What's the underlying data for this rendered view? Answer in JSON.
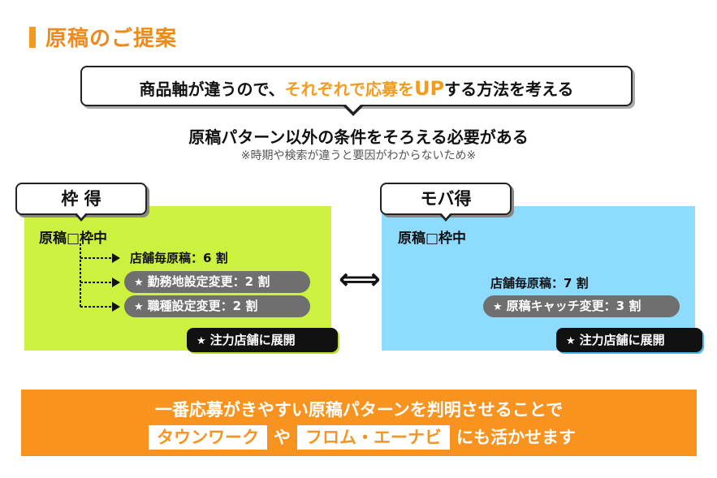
{
  "title": "原稿のご提案",
  "callout": {
    "text_pre": "商品軸が違うので、",
    "text_hl": "それぞれで応募を",
    "text_big": "UP",
    "text_post": "する方法を考える"
  },
  "subhead": "原稿パターン以外の条件をそろえる必要がある",
  "subnote": "※時期や検索が違うと要因がわからないため※",
  "left_panel": {
    "tag": "枠 得",
    "frame_label": "原稿□枠中",
    "items": [
      {
        "text": "店舗毎原稿：6 割",
        "style": "plain"
      },
      {
        "text": "勤務地設定変更：2 割",
        "style": "pill"
      },
      {
        "text": "職種設定変更：2 割",
        "style": "pill"
      }
    ],
    "cta": "注力店舗に展開"
  },
  "arrow_symbol": "⟺",
  "right_panel": {
    "tag": "モバ得",
    "frame_label": "原稿□枠中",
    "items": [
      {
        "text": "",
        "style": "plain"
      },
      {
        "text": "店舗毎原稿：7 割",
        "style": "plain"
      },
      {
        "text": "原稿キャッチ変更：3 割",
        "style": "pill"
      }
    ],
    "cta": "注力店舗に展開"
  },
  "star": "★",
  "banner": {
    "line1": "一番応募がきやすい原稿パターンを判明させることで",
    "box1": "タウンワーク",
    "conj": "や",
    "box2": "フロム・エーナビ",
    "suffix": "にも活かせます"
  },
  "colors": {
    "accent_orange": "#f39b1d",
    "left_panel_bg": "#ccf23f",
    "right_panel_bg": "#8ddcff",
    "pill_gray": "#6f6f6f",
    "banner_orange": "#f7931e"
  }
}
